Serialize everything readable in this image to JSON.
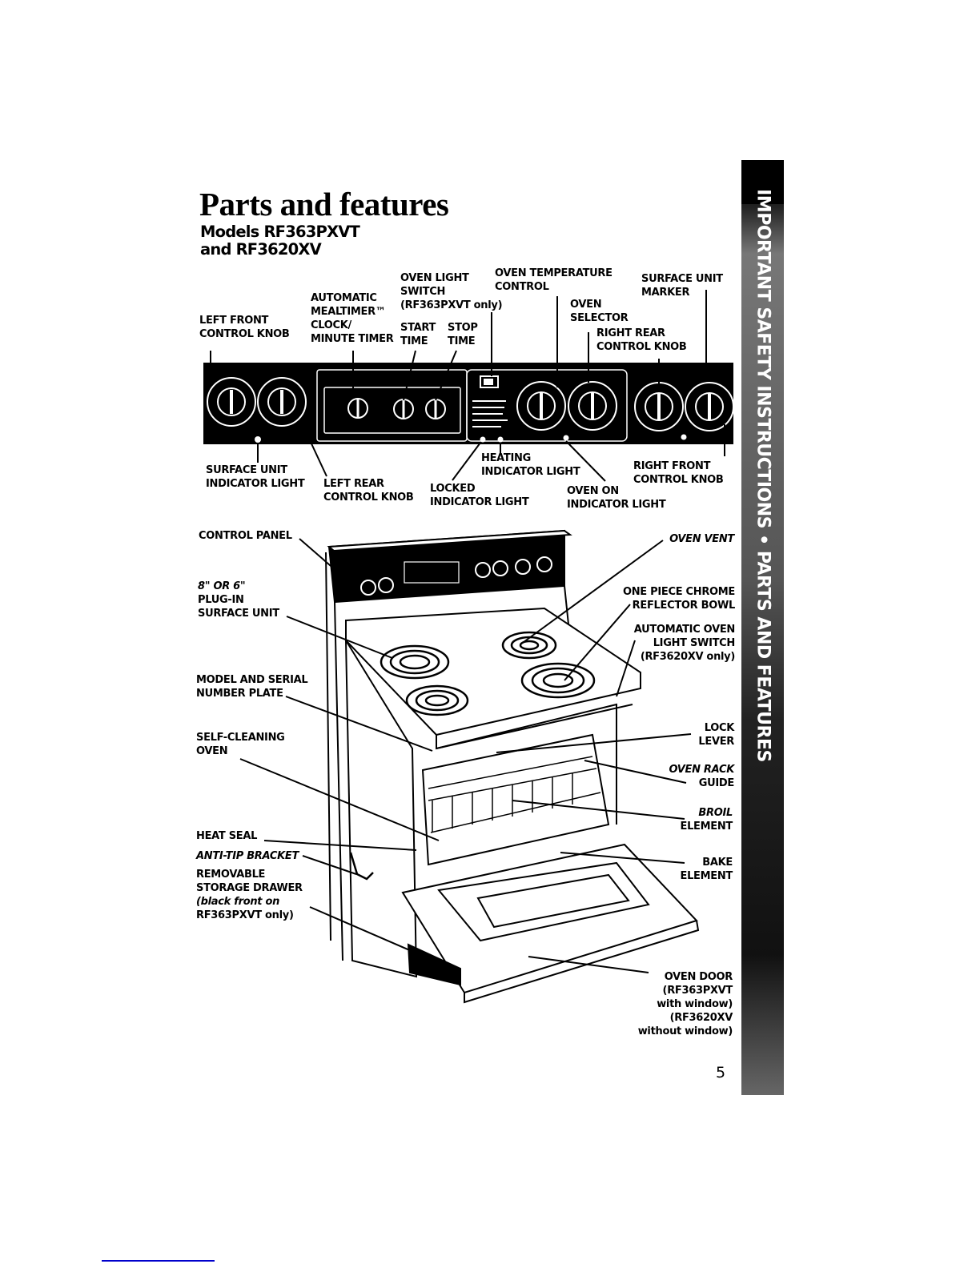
{
  "page": {
    "title": "Parts and features",
    "subtitle_line1": "Models RF363PXVT",
    "subtitle_line2": "and RF3620XV",
    "page_number": "5"
  },
  "side_tab": {
    "text": "IMPORTANT SAFETY INSTRUCTIONS • PARTS AND FEATURES"
  },
  "control_panel_labels": {
    "left_front_knob": [
      "LEFT FRONT",
      "CONTROL KNOB"
    ],
    "mealtimer": [
      "AUTOMATIC",
      "MEALTIMER™",
      "CLOCK/",
      "MINUTE TIMER"
    ],
    "oven_light_switch": [
      "OVEN LIGHT",
      "SWITCH",
      "(RF363PXVT only)"
    ],
    "start_time": [
      "START",
      "TIME"
    ],
    "stop_time": [
      "STOP",
      "TIME"
    ],
    "oven_temp_control": [
      "OVEN TEMPERATURE",
      "CONTROL"
    ],
    "oven_selector": [
      "OVEN",
      "SELECTOR"
    ],
    "surface_unit_marker": [
      "SURFACE UNIT",
      "MARKER"
    ],
    "right_rear_knob": [
      "RIGHT REAR",
      "CONTROL KNOB"
    ],
    "surface_unit_indicator": [
      "SURFACE UNIT",
      "INDICATOR LIGHT"
    ],
    "left_rear_knob": [
      "LEFT REAR",
      "CONTROL KNOB"
    ],
    "locked_indicator": [
      "LOCKED",
      "INDICATOR LIGHT"
    ],
    "heating_indicator": [
      "HEATING",
      "INDICATOR LIGHT"
    ],
    "oven_on_indicator": [
      "OVEN ON",
      "INDICATOR LIGHT"
    ],
    "right_front_knob": [
      "RIGHT FRONT",
      "CONTROL KNOB"
    ]
  },
  "range_labels": {
    "control_panel": [
      "CONTROL PANEL"
    ],
    "plug_in_unit": [
      "8\" OR 6\"",
      "PLUG-IN",
      "SURFACE UNIT"
    ],
    "model_plate": [
      "MODEL AND SERIAL",
      "NUMBER PLATE"
    ],
    "self_cleaning": [
      "SELF-CLEANING",
      "OVEN"
    ],
    "heat_seal": [
      "HEAT SEAL"
    ],
    "anti_tip": [
      "ANTI-TIP BRACKET"
    ],
    "storage_drawer": [
      "REMOVABLE",
      "STORAGE DRAWER",
      "(black front on",
      "RF363PXVT only)"
    ],
    "oven_vent": [
      "OVEN VENT"
    ],
    "reflector_bowl": [
      "ONE PIECE CHROME",
      "REFLECTOR BOWL"
    ],
    "auto_light_switch": [
      "AUTOMATIC OVEN",
      "LIGHT SWITCH",
      "(RF3620XV only)"
    ],
    "lock_lever": [
      "LOCK",
      "LEVER"
    ],
    "rack_guide": [
      "OVEN RACK",
      "GUIDE"
    ],
    "broil_element": [
      "BROIL",
      "ELEMENT"
    ],
    "bake_element": [
      "BAKE",
      "ELEMENT"
    ],
    "oven_door": [
      "OVEN DOOR",
      "(RF363PXVT",
      "with window)",
      "(RF3620XV",
      "without window)"
    ]
  },
  "colors": {
    "ink": "#000000",
    "paper": "#ffffff",
    "link": "#0000cc"
  }
}
